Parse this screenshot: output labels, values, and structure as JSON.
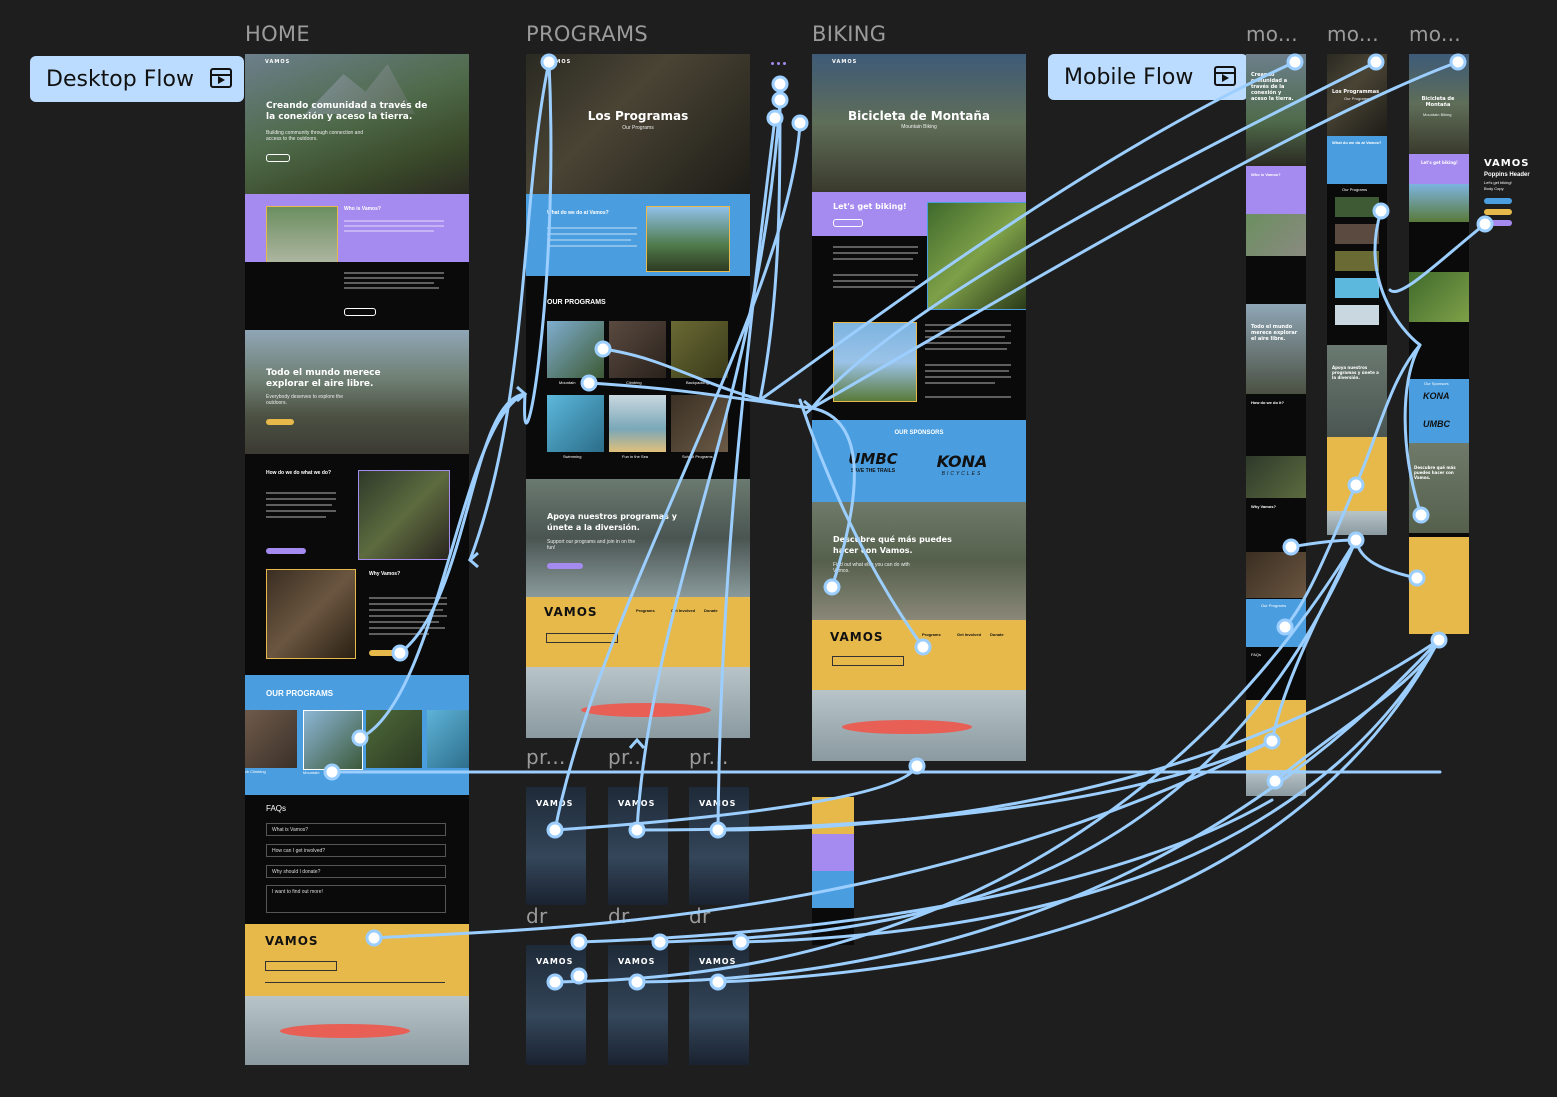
{
  "canvas": {
    "background": "#1e1e1e",
    "wire_color": "#9ccfff",
    "accent_purple": "#a58af0",
    "accent_blue": "#4a9ee0",
    "accent_yellow": "#e6b94a"
  },
  "frames": {
    "home": "HOME",
    "programs": "PROGRAMS",
    "biking": "BIKING",
    "mo1": "mo...",
    "mo2": "mo...",
    "mo3": "mo...",
    "pr1": "pr...",
    "pr2": "pr...",
    "pr3": "pr...",
    "dr1": "dr",
    "dr2": "dr",
    "dr3": "dr"
  },
  "flows": {
    "desktop": "Desktop Flow",
    "mobile": "Mobile Flow"
  },
  "home": {
    "hero_title": "Creando comunidad a través de la conexión y aceso la tierra.",
    "hero_sub": "Building community through connection and access to the outdoors.",
    "who": "Who is Vamos?",
    "everyone_title": "Todo el mundo merece explorar el aire libre.",
    "everyone_sub": "Everybody deserves to explore the outdoors.",
    "how": "How do we do what we do?",
    "why": "Why Vamos?",
    "our_programs": "OUR PROGRAMS",
    "prog_cap1": "ck Climbing",
    "prog_cap2": "Mountain",
    "faqs": "FAQs",
    "faq": [
      "What is Vamos?",
      "How can I get involved?",
      "Why should I donate?",
      "I want to find out more!"
    ],
    "footer_logo": "VAMOS"
  },
  "programs": {
    "hero_title": "Los Programas",
    "hero_sub": "Our Programs",
    "what": "What do we do at Vamos?",
    "our_programs": "OUR PROGRAMS",
    "captions": [
      "Mountain",
      "Climbing",
      "Backpacking",
      "Swimming",
      "Fun in the Sea",
      "School Programs"
    ],
    "support_title": "Apoya nuestros programas y únete a la diversión.",
    "support_sub": "Support our programs and join in on the fun!",
    "footer_logo": "VAMOS",
    "footer_cols": [
      "Programs",
      "Get Involved",
      "Donate"
    ]
  },
  "biking": {
    "hero_title": "Bicicleta de Montaña",
    "hero_sub": "Mountain Biking",
    "cta": "Let's get biking!",
    "sponsors": "OUR SPONSORS",
    "sponsor1": "UMBC",
    "sponsor1_sub": "SAVE THE TRAILS",
    "sponsor2": "KONA",
    "sponsor2_sub": "BICYCLES",
    "discover": "Descubre qué más puedes hacer con Vamos.",
    "discover_sub": "Find out what else you can do with Vamos.",
    "footer_logo": "VAMOS",
    "footer_cols": [
      "Programs",
      "Get Involved",
      "Donate"
    ]
  },
  "mobile": {
    "m1_hero": "Creando comunidad a través de la conexión y aceso la tierra.",
    "m1_who": "Who is Vamos?",
    "m1_everyone": "Todo el mundo merece explorar el aire libre.",
    "m1_how": "How do we do it?",
    "m1_why": "Why Vamos?",
    "m1_programs": "Our Programs",
    "m1_faqs": "FAQs",
    "m2_hero": "Los Programmas",
    "m2_hero_sub": "Our Programs",
    "m2_what": "What do we do at Vamos?",
    "m2_programs": "Our Programs",
    "m2_support": "Apoya nuestros programas y únete a la diversión.",
    "m3_hero": "Bicicleta de Montaña",
    "m3_hero_sub": "Mountain Biking",
    "m3_cta": "Let's get biking!",
    "m3_sponsors": "Our Sponsors",
    "m3_discover": "Descubre qué más puedes hacer con Vamos.",
    "side_logo": "VAMOS",
    "side_title": "Poppins Header",
    "side_sub": "Let's get biking!",
    "side_sub2": "Body Copy"
  }
}
